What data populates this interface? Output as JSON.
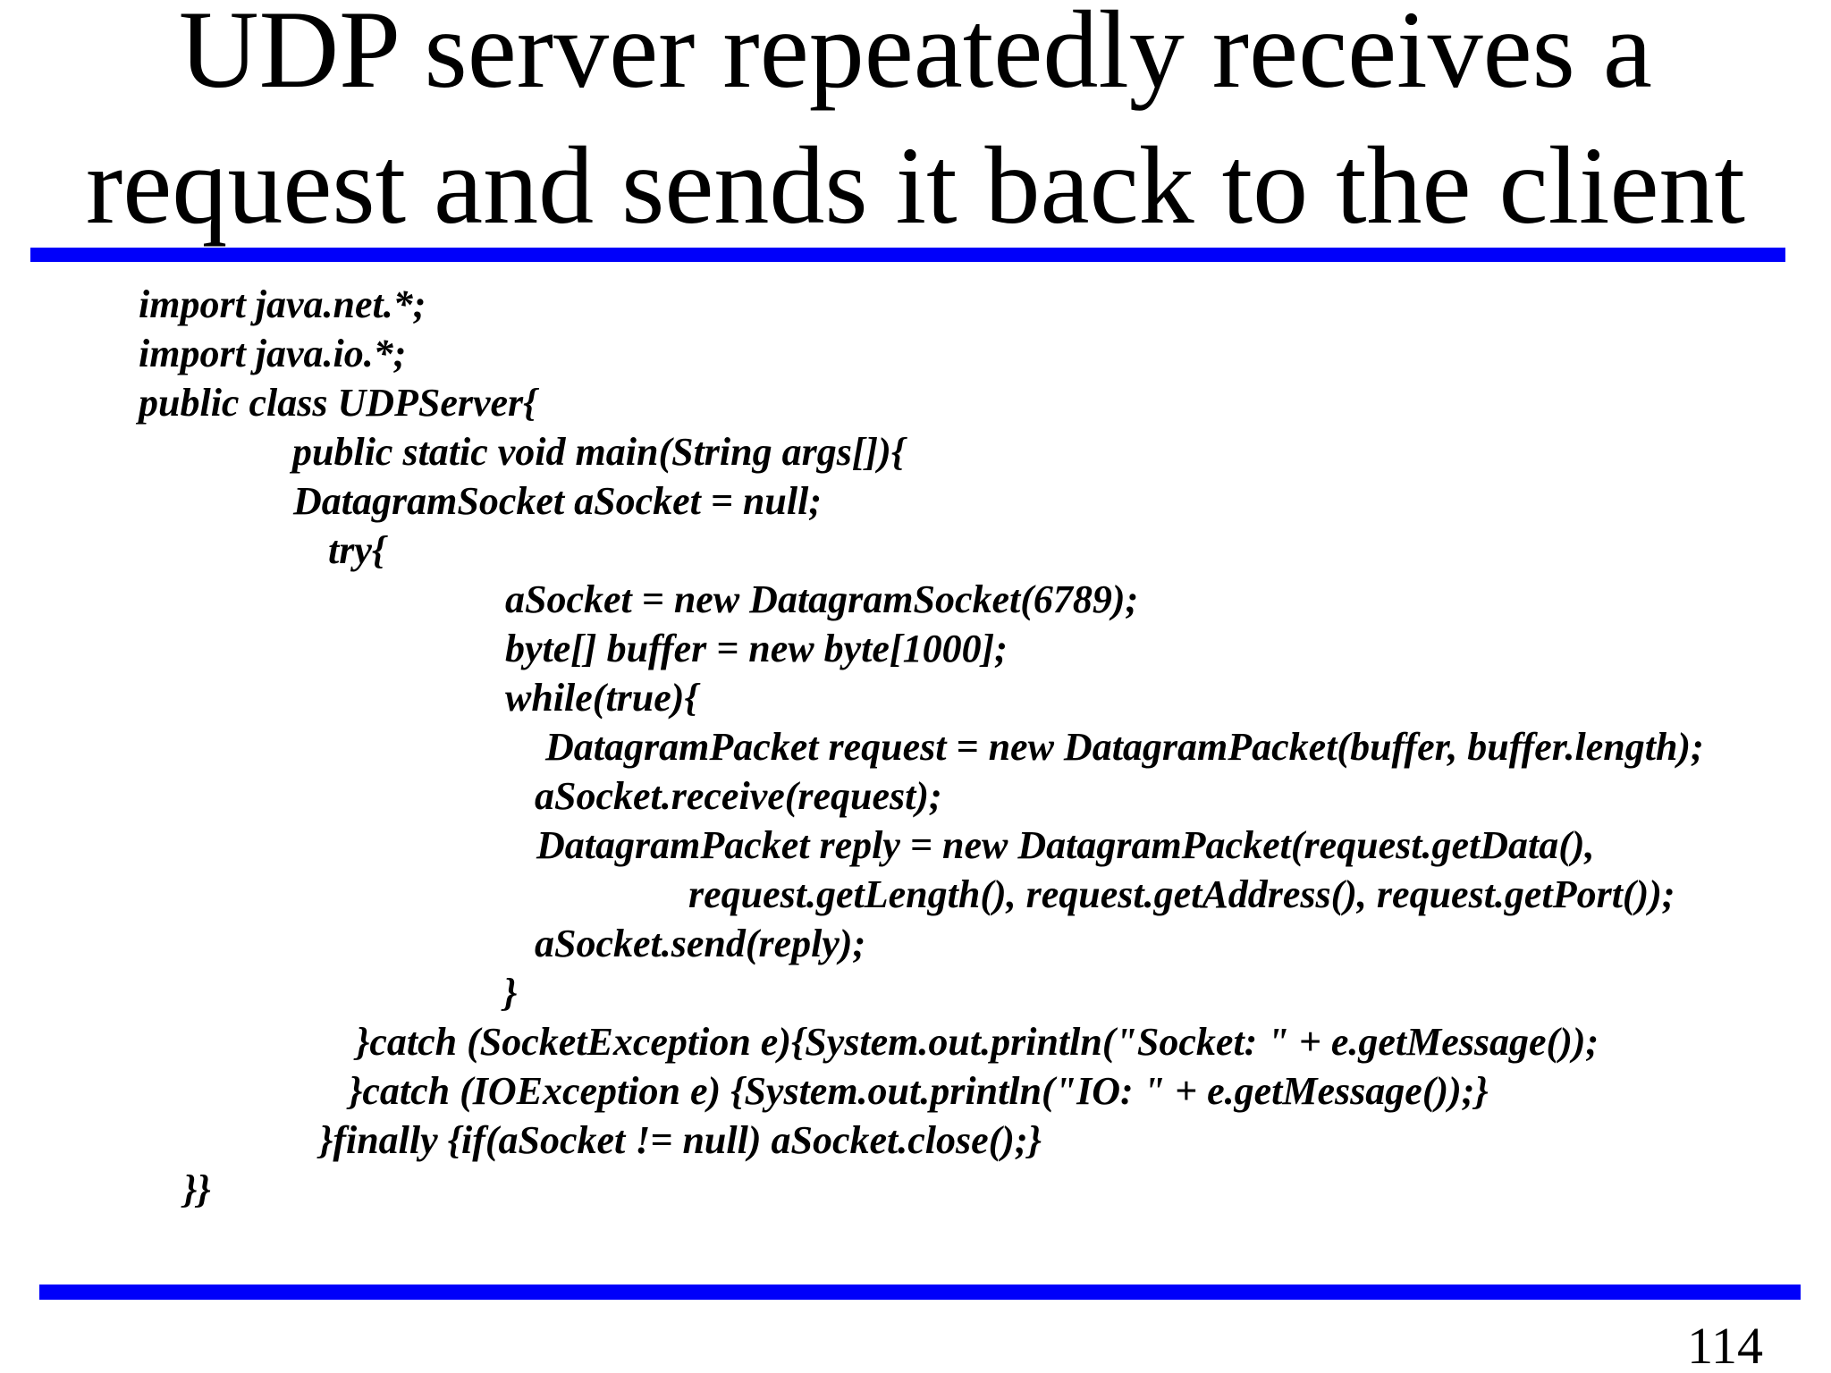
{
  "title": {
    "line1": "UDP server repeatedly receives a",
    "line2": "request and sends it back to the client"
  },
  "code": {
    "lines": [
      "import java.net.*;",
      "import java.io.*;",
      "public class UDPServer{",
      "public static void main(String args[]){",
      "DatagramSocket aSocket = null;",
      "try{",
      "aSocket = new DatagramSocket(6789);",
      "byte[] buffer = new byte[1000];",
      "while(true){",
      "DatagramPacket request = new DatagramPacket(buffer, buffer.length);",
      "aSocket.receive(request);",
      "DatagramPacket reply = new DatagramPacket(request.getData(),",
      "request.getLength(), request.getAddress(), request.getPort());",
      "aSocket.send(reply);",
      "}",
      "}catch (SocketException e){System.out.println(\"Socket: \" + e.getMessage());",
      "}catch (IOException e) {System.out.println(\"IO: \" + e.getMessage());}",
      "}finally {if(aSocket != null) aSocket.close();}",
      "}}"
    ]
  },
  "footer": {
    "page_number": "114"
  },
  "colors": {
    "divider_blue": "#0000fa",
    "text_black": "#000000",
    "background": "#ffffff"
  }
}
